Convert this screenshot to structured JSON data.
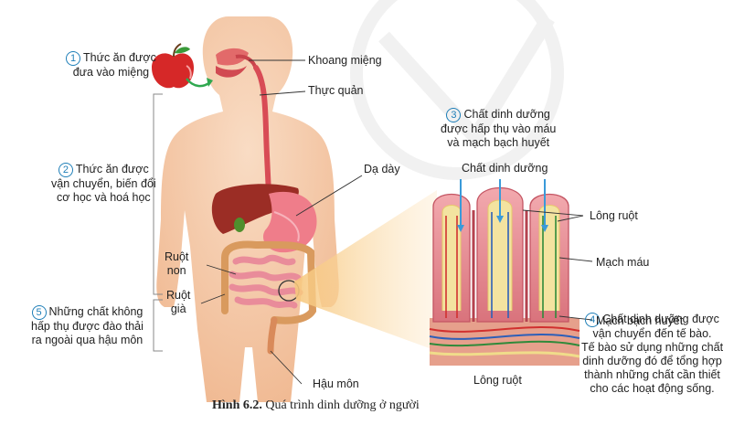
{
  "figure": {
    "caption_number": "Hình 6.2.",
    "caption_text": " Quá trình dinh dưỡng ở người"
  },
  "steps": [
    {
      "number": "1",
      "lines": [
        "Thức ăn được",
        "đưa vào miệng"
      ]
    },
    {
      "number": "2",
      "lines": [
        "Thức ăn được",
        "vận chuyển, biến đổi",
        "cơ học và hoá học"
      ]
    },
    {
      "number": "3",
      "lines": [
        "Chất dinh dưỡng",
        "được hấp thụ vào máu",
        "và mạch bạch huyết"
      ]
    },
    {
      "number": "4",
      "lines": [
        "Chất dinh dưỡng được",
        "vận chuyển đến tế bào.",
        "Tế bào sử dụng những chất",
        "dinh dưỡng đó để tổng hợp",
        "thành những chất cần thiết",
        "cho các hoạt động sống."
      ]
    },
    {
      "number": "5",
      "lines": [
        "Những chất không",
        "hấp thụ được đào thải",
        "ra ngoài qua hậu môn"
      ]
    }
  ],
  "labels": {
    "mouth": "Khoang miệng",
    "esophagus": "Thực quản",
    "stomach": "Dạ dày",
    "small_intestine": [
      "Ruột",
      "non"
    ],
    "large_intestine": [
      "Ruột",
      "già"
    ],
    "anus": "Hậu môn",
    "nutrients": "Chất dinh dưỡng",
    "villi": "Lông ruột",
    "blood_vessel": "Mạch máu",
    "lymph_vessel": "Mạch bạch huyết",
    "villi_bottom": "Lông ruột"
  },
  "colors": {
    "skin": "#f4c7a6",
    "number_circle": "#1f7fb8",
    "arrow_blue": "#3a9ad9",
    "villus": "#e9949a",
    "vessel_red": "#d1302f",
    "vessel_green": "#2f8a3a",
    "vessel_blue": "#2e5fb8",
    "fat_yellow": "#f0dc8a"
  }
}
